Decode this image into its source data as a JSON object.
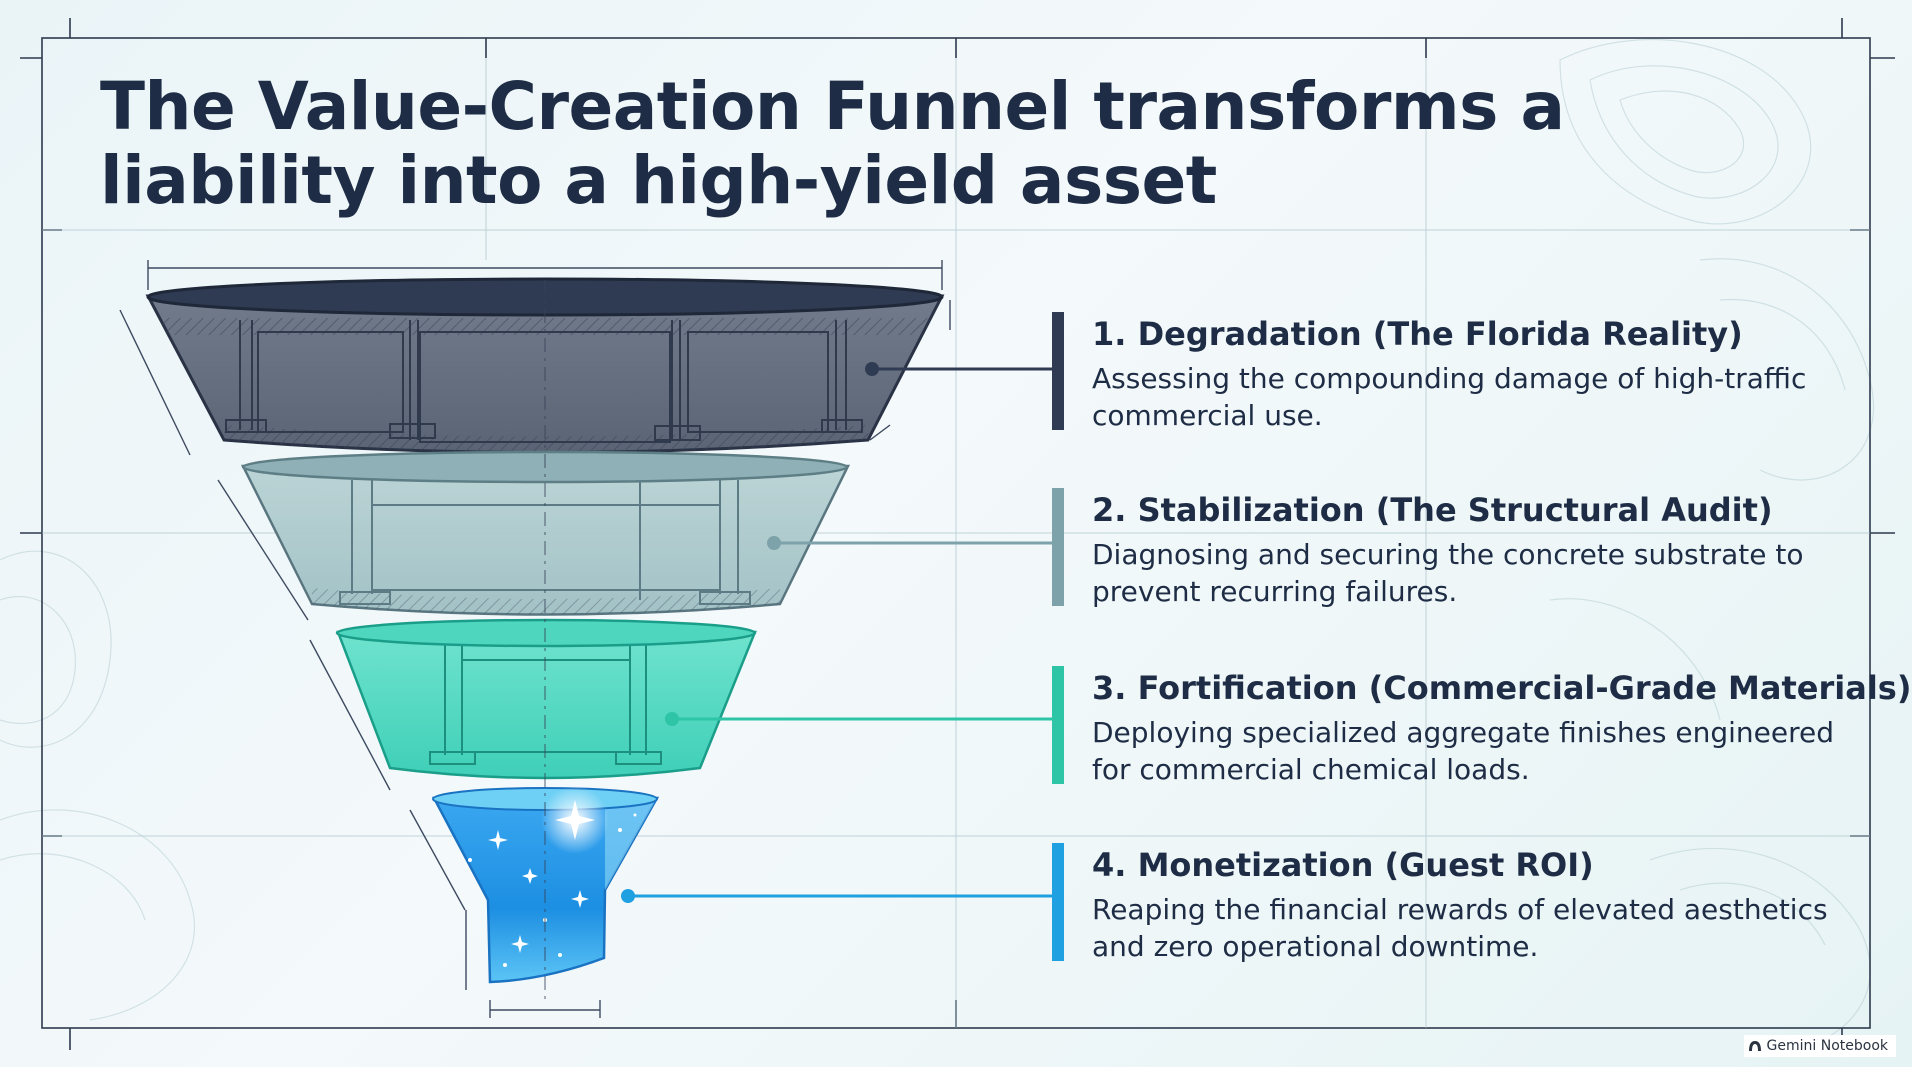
{
  "title": "The Value-Creation Funnel transforms a liability into a high-yield asset",
  "stages": [
    {
      "heading": "1. Degradation (The Florida Reality)",
      "description": "Assessing the compounding damage of high-traffic commercial use.",
      "color": "#2f3b52"
    },
    {
      "heading": "2. Stabilization (The Structural Audit)",
      "description": "Diagnosing and securing the concrete substrate to prevent recurring failures.",
      "color": "#7ea2aa"
    },
    {
      "heading": "3. Fortification (Commercial-Grade Materials)",
      "description": "Deploying specialized aggregate finishes engineered for commercial chemical loads.",
      "color": "#2ec4a6"
    },
    {
      "heading": "4. Monetization (Guest ROI)",
      "description": "Reaping the financial rewards of elevated aesthetics and zero operational downtime.",
      "color": "#1fa0e0"
    }
  ],
  "watermark": "Gemini Notebook"
}
